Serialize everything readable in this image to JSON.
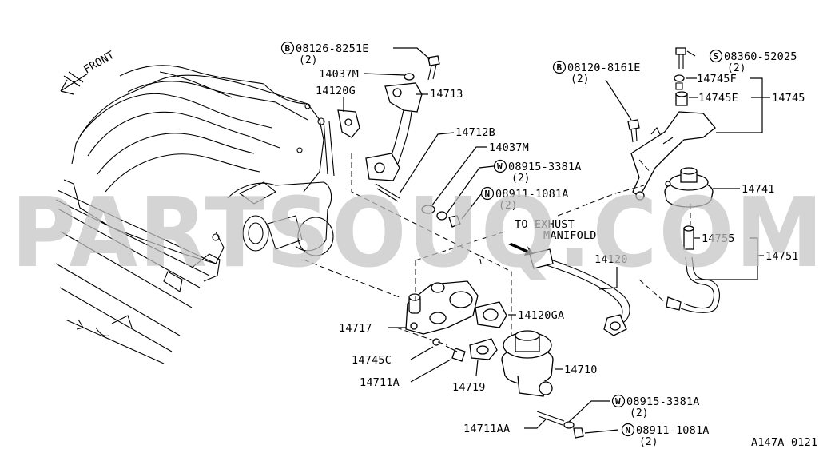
{
  "diagram": {
    "front_label": "FRONT",
    "exhaust_note": "TO EXHUST MANIFOLD",
    "exhaust_note_line1": "TO EXHUST",
    "exhaust_note_line2": "MANIFOLD",
    "figure_code": "A147A 0121",
    "watermark": "PARTSOUQ.COM",
    "parts": [
      {
        "id": "b-08126",
        "symbol": "B",
        "number": "08126-8251E",
        "qty": "(2)"
      },
      {
        "id": "14037m-top",
        "number": "14037M"
      },
      {
        "id": "14120g",
        "number": "14120G"
      },
      {
        "id": "14713",
        "number": "14713"
      },
      {
        "id": "14712b",
        "number": "14712B"
      },
      {
        "id": "14037m-mid",
        "number": "14037M"
      },
      {
        "id": "w-08915-top",
        "symbol": "W",
        "number": "08915-3381A",
        "qty": "(2)"
      },
      {
        "id": "n-08911-top",
        "symbol": "N",
        "number": "08911-1081A",
        "qty": "(2)"
      },
      {
        "id": "b-08120",
        "symbol": "B",
        "number": "08120-8161E",
        "qty": "(2)"
      },
      {
        "id": "s-08360",
        "symbol": "S",
        "number": "08360-52025",
        "qty": "(2)"
      },
      {
        "id": "14745f",
        "number": "14745F"
      },
      {
        "id": "14745e",
        "number": "14745E"
      },
      {
        "id": "14745",
        "number": "14745"
      },
      {
        "id": "14741",
        "number": "14741"
      },
      {
        "id": "14755",
        "number": "14755"
      },
      {
        "id": "14751",
        "number": "14751"
      },
      {
        "id": "14120",
        "number": "14120"
      },
      {
        "id": "14120ga",
        "number": "14120GA"
      },
      {
        "id": "14717",
        "number": "14717"
      },
      {
        "id": "14745c",
        "number": "14745C"
      },
      {
        "id": "14711a",
        "number": "14711A"
      },
      {
        "id": "14719",
        "number": "14719"
      },
      {
        "id": "14710",
        "number": "14710"
      },
      {
        "id": "14711aa",
        "number": "14711AA"
      },
      {
        "id": "w-08915-bot",
        "symbol": "W",
        "number": "08915-3381A",
        "qty": "(2)"
      },
      {
        "id": "n-08911-bot",
        "symbol": "N",
        "number": "08911-1081A",
        "qty": "(2)"
      }
    ]
  }
}
